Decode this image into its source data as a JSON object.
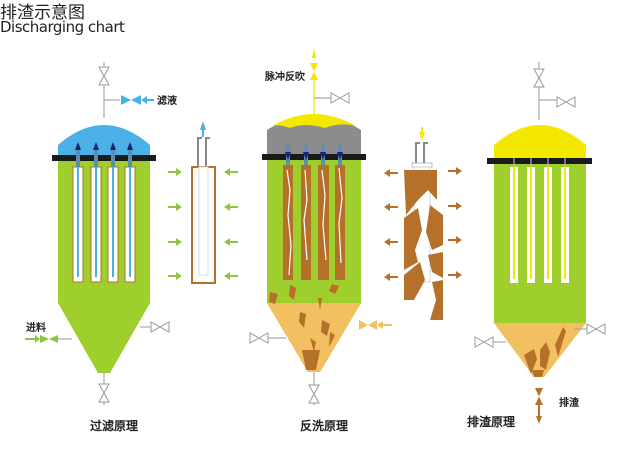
{
  "title": {
    "chinese": "排渣示意图",
    "english": "Discharging chart"
  },
  "labels": {
    "filtrate": "滤液",
    "feed": "进料",
    "pulse_backblow": "脉冲反吹",
    "discharge": "排渣"
  },
  "captions": {
    "filtration": "过滤原理",
    "backwash": "反洗原理",
    "discharge": "排渣原理"
  },
  "colors": {
    "body": "#9fcf2d",
    "filtrate": "#4ab0e5",
    "pulse": "#f5e800",
    "cake": "#b5702a",
    "sludge": "#f3c061",
    "gas": "#8a8c8e"
  }
}
